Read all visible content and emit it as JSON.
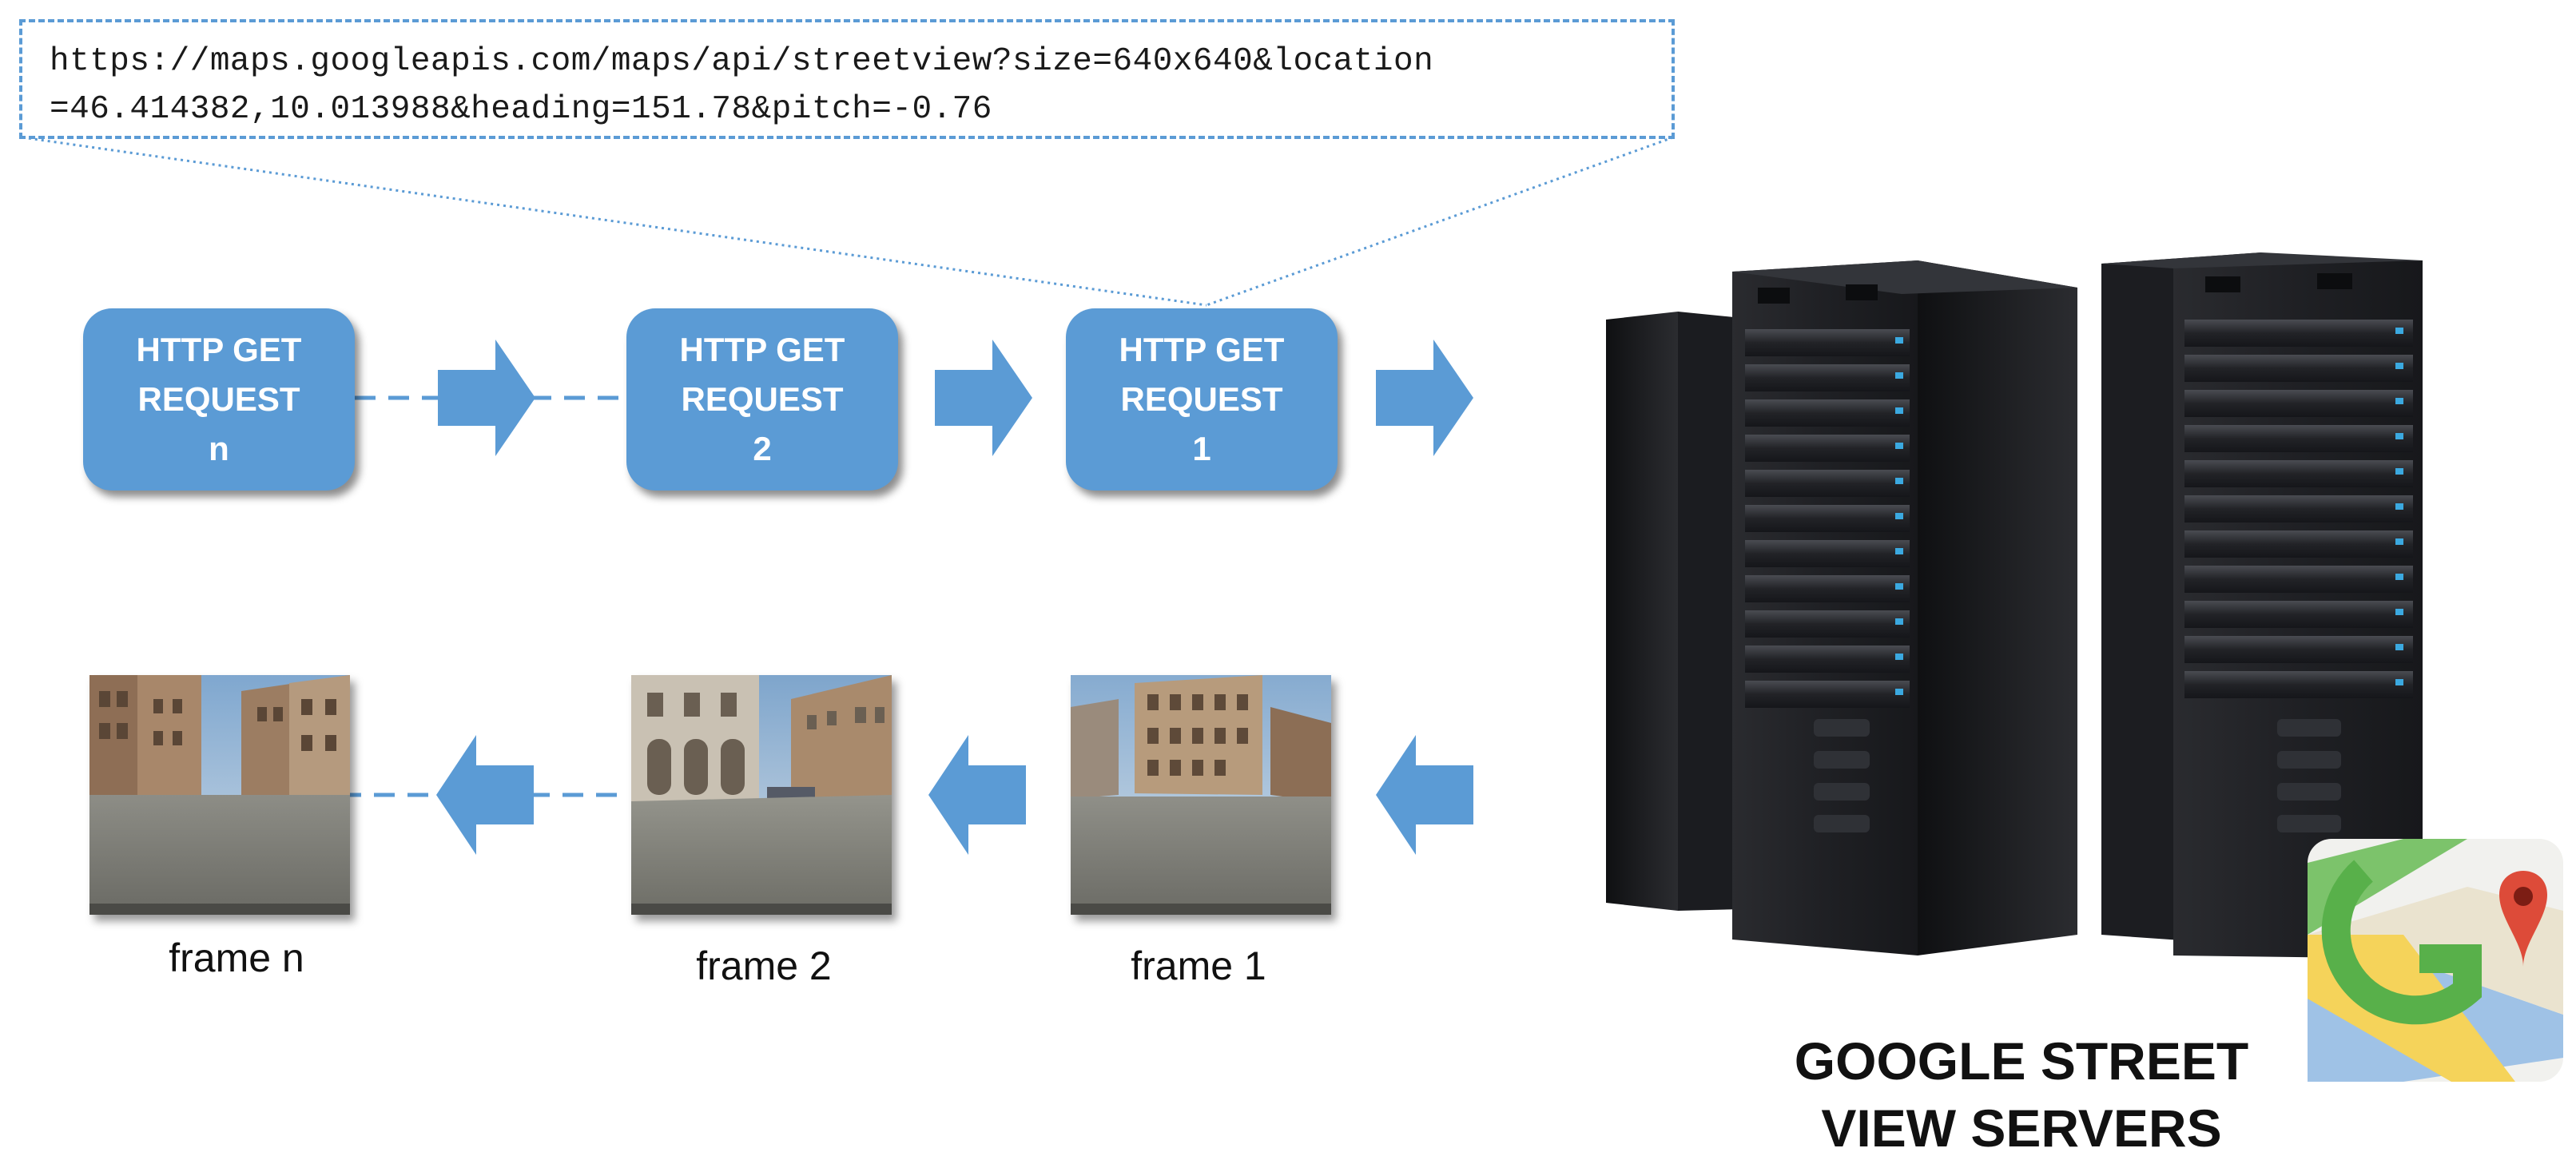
{
  "callout": {
    "url_line1": "https://maps.googleapis.com/maps/api/streetview?size=640x640&location",
    "url_line2": "=46.414382,10.013988&heading=151.78&pitch=-0.76"
  },
  "requests": [
    {
      "line1": "HTTP GET",
      "line2": "REQUEST",
      "line3": "n"
    },
    {
      "line1": "HTTP GET",
      "line2": "REQUEST",
      "line3": "2"
    },
    {
      "line1": "HTTP GET",
      "line2": "REQUEST",
      "line3": "1"
    }
  ],
  "frames": [
    {
      "label": "frame n"
    },
    {
      "label": "frame 2"
    },
    {
      "label": "frame 1"
    }
  ],
  "servers": {
    "label_line1": "GOOGLE STREET",
    "label_line2": "VIEW SERVERS"
  },
  "colors": {
    "accent": "#5b9bd5",
    "server": "#1e1f22"
  },
  "icons": [
    "right-arrow-icon",
    "left-arrow-icon",
    "google-maps-logo-icon",
    "server-rack-icon"
  ]
}
